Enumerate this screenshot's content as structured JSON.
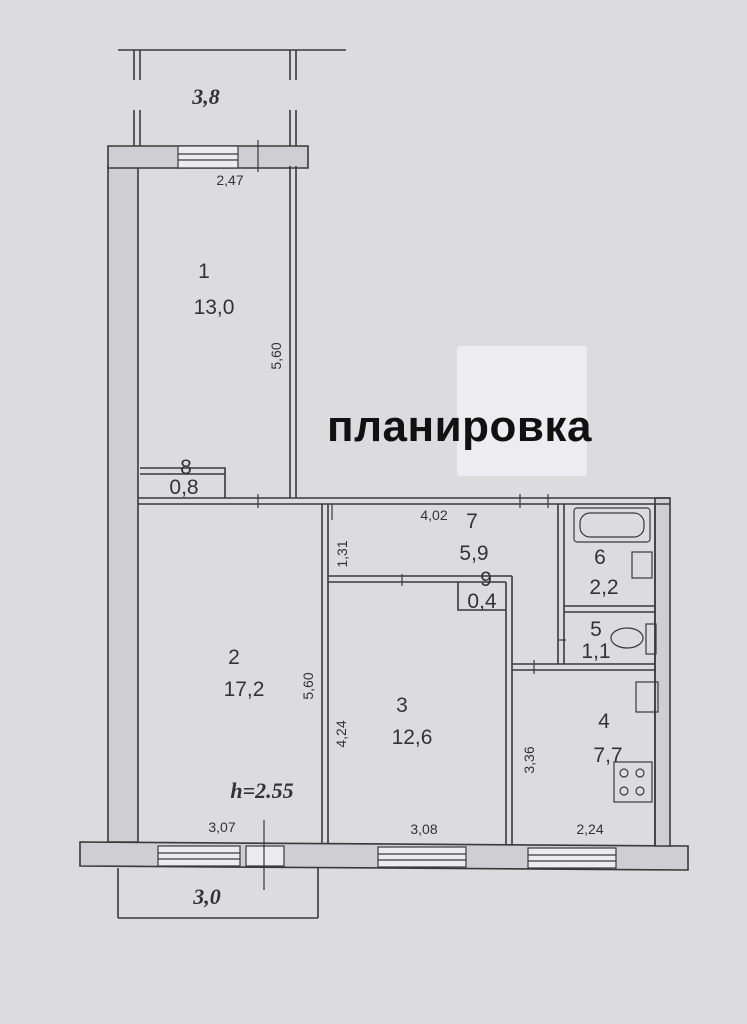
{
  "title": "планировка",
  "balconies": {
    "top_width": "3,8",
    "bottom_width": "3,0"
  },
  "ceiling_height": "h=2.55",
  "rooms": [
    {
      "num": "1",
      "area": "13,0"
    },
    {
      "num": "2",
      "area": "17,2"
    },
    {
      "num": "3",
      "area": "12,6"
    },
    {
      "num": "4",
      "area": "7,7"
    },
    {
      "num": "5",
      "area": "1,1"
    },
    {
      "num": "6",
      "area": "2,2"
    },
    {
      "num": "7",
      "area": "5,9"
    },
    {
      "num": "8",
      "area": "0,8"
    },
    {
      "num": "9",
      "area": "0,4"
    }
  ],
  "dimensions": {
    "room1_width": "2,47",
    "room1_length": "5,60",
    "room2_length": "5,60",
    "room2_width": "3,07",
    "room3_length": "4,24",
    "room3_width": "3,08",
    "room4_length": "3,36",
    "room4_width": "2,24",
    "room7_width": "4,02",
    "room7_depth": "1,31"
  },
  "colors": {
    "wall_fill": "#cfcfd3",
    "line": "#3a3a3a",
    "background": "#dcdcdf"
  }
}
